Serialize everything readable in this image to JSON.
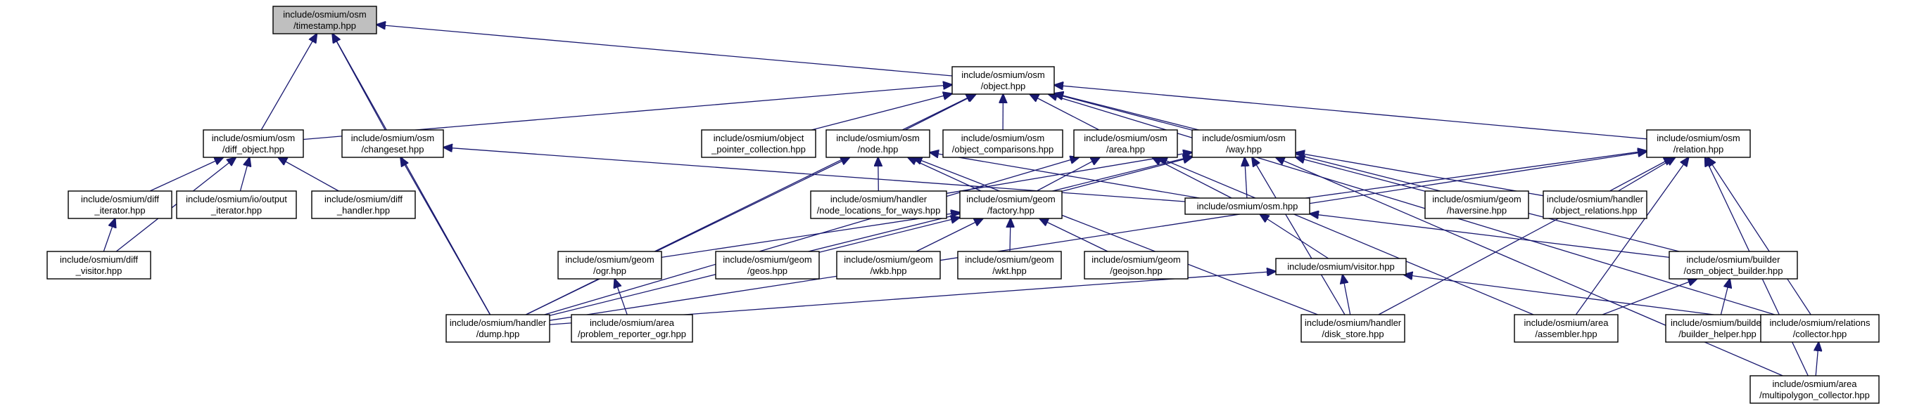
{
  "diagram": {
    "colors": {
      "edge": "#191970",
      "highlight_fill": "#bfbfbf",
      "node_fill": "#ffffff",
      "node_border": "#000000"
    },
    "nodes": [
      {
        "id": "timestamp",
        "lines": [
          "include/osmium/osm",
          "/timestamp.hpp"
        ],
        "highlight": true
      },
      {
        "id": "object",
        "lines": [
          "include/osmium/osm",
          "/object.hpp"
        ]
      },
      {
        "id": "diff_object",
        "lines": [
          "include/osmium/osm",
          "/diff_object.hpp"
        ]
      },
      {
        "id": "changeset",
        "lines": [
          "include/osmium/osm",
          "/changeset.hpp"
        ]
      },
      {
        "id": "object_pointer",
        "lines": [
          "include/osmium/object",
          "_pointer_collection.hpp"
        ]
      },
      {
        "id": "node",
        "lines": [
          "include/osmium/osm",
          "/node.hpp"
        ]
      },
      {
        "id": "object_comparisons",
        "lines": [
          "include/osmium/osm",
          "/object_comparisons.hpp"
        ]
      },
      {
        "id": "area",
        "lines": [
          "include/osmium/osm",
          "/area.hpp"
        ]
      },
      {
        "id": "way",
        "lines": [
          "include/osmium/osm",
          "/way.hpp"
        ]
      },
      {
        "id": "relation",
        "lines": [
          "include/osmium/osm",
          "/relation.hpp"
        ]
      },
      {
        "id": "diff_iterator",
        "lines": [
          "include/osmium/diff",
          "_iterator.hpp"
        ]
      },
      {
        "id": "output_iterator",
        "lines": [
          "include/osmium/io/output",
          "_iterator.hpp"
        ]
      },
      {
        "id": "diff_handler",
        "lines": [
          "include/osmium/diff",
          "_handler.hpp"
        ]
      },
      {
        "id": "node_locations",
        "lines": [
          "include/osmium/handler",
          "/node_locations_for_ways.hpp"
        ]
      },
      {
        "id": "factory",
        "lines": [
          "include/osmium/geom",
          "/factory.hpp"
        ]
      },
      {
        "id": "osm",
        "lines": [
          "include/osmium/osm.hpp"
        ]
      },
      {
        "id": "haversine",
        "lines": [
          "include/osmium/geom",
          "/haversine.hpp"
        ]
      },
      {
        "id": "object_relations",
        "lines": [
          "include/osmium/handler",
          "/object_relations.hpp"
        ]
      },
      {
        "id": "diff_visitor",
        "lines": [
          "include/osmium/diff",
          "_visitor.hpp"
        ]
      },
      {
        "id": "ogr",
        "lines": [
          "include/osmium/geom",
          "/ogr.hpp"
        ]
      },
      {
        "id": "geos",
        "lines": [
          "include/osmium/geom",
          "/geos.hpp"
        ]
      },
      {
        "id": "wkb",
        "lines": [
          "include/osmium/geom",
          "/wkb.hpp"
        ]
      },
      {
        "id": "wkt",
        "lines": [
          "include/osmium/geom",
          "/wkt.hpp"
        ]
      },
      {
        "id": "geojson",
        "lines": [
          "include/osmium/geom",
          "/geojson.hpp"
        ]
      },
      {
        "id": "visitor",
        "lines": [
          "include/osmium/visitor.hpp"
        ]
      },
      {
        "id": "osm_object_builder",
        "lines": [
          "include/osmium/builder",
          "/osm_object_builder.hpp"
        ]
      },
      {
        "id": "dump",
        "lines": [
          "include/osmium/handler",
          "/dump.hpp"
        ]
      },
      {
        "id": "problem_reporter_ogr",
        "lines": [
          "include/osmium/area",
          "/problem_reporter_ogr.hpp"
        ]
      },
      {
        "id": "disk_store",
        "lines": [
          "include/osmium/handler",
          "/disk_store.hpp"
        ]
      },
      {
        "id": "assembler",
        "lines": [
          "include/osmium/area",
          "/assembler.hpp"
        ]
      },
      {
        "id": "builder_helper",
        "lines": [
          "include/osmium/builder",
          "/builder_helper.hpp"
        ]
      },
      {
        "id": "collector",
        "lines": [
          "include/osmium/relations",
          "/collector.hpp"
        ]
      },
      {
        "id": "multipolygon_collector",
        "lines": [
          "include/osmium/area",
          "/multipolygon_collector.hpp"
        ]
      }
    ],
    "edges": [
      [
        "object",
        "timestamp"
      ],
      [
        "diff_object",
        "timestamp"
      ],
      [
        "changeset",
        "timestamp"
      ],
      [
        "dump",
        "timestamp"
      ],
      [
        "diff_object",
        "object"
      ],
      [
        "object_pointer",
        "object"
      ],
      [
        "node",
        "object"
      ],
      [
        "object_comparisons",
        "object"
      ],
      [
        "area",
        "object"
      ],
      [
        "way",
        "object"
      ],
      [
        "relation",
        "object"
      ],
      [
        "dump",
        "object"
      ],
      [
        "osm_object_builder",
        "object"
      ],
      [
        "collector",
        "object"
      ],
      [
        "diff_iterator",
        "diff_object"
      ],
      [
        "output_iterator",
        "diff_object"
      ],
      [
        "diff_handler",
        "diff_object"
      ],
      [
        "diff_visitor",
        "diff_object"
      ],
      [
        "diff_visitor",
        "diff_iterator"
      ],
      [
        "osm",
        "changeset"
      ],
      [
        "dump",
        "changeset"
      ],
      [
        "node_locations",
        "node"
      ],
      [
        "factory",
        "node"
      ],
      [
        "osm",
        "node"
      ],
      [
        "dump",
        "node"
      ],
      [
        "disk_store",
        "node"
      ],
      [
        "factory",
        "area"
      ],
      [
        "osm",
        "area"
      ],
      [
        "dump",
        "area"
      ],
      [
        "assembler",
        "area"
      ],
      [
        "node_locations",
        "way"
      ],
      [
        "factory",
        "way"
      ],
      [
        "osm",
        "way"
      ],
      [
        "haversine",
        "way"
      ],
      [
        "object_relations",
        "way"
      ],
      [
        "dump",
        "way"
      ],
      [
        "disk_store",
        "way"
      ],
      [
        "multipolygon_collector",
        "way"
      ],
      [
        "osm",
        "relation"
      ],
      [
        "object_relations",
        "relation"
      ],
      [
        "dump",
        "relation"
      ],
      [
        "disk_store",
        "relation"
      ],
      [
        "assembler",
        "relation"
      ],
      [
        "collector",
        "relation"
      ],
      [
        "multipolygon_collector",
        "relation"
      ],
      [
        "ogr",
        "factory"
      ],
      [
        "geos",
        "factory"
      ],
      [
        "wkb",
        "factory"
      ],
      [
        "wkt",
        "factory"
      ],
      [
        "geojson",
        "factory"
      ],
      [
        "problem_reporter_ogr",
        "ogr"
      ],
      [
        "visitor",
        "osm"
      ],
      [
        "osm_object_builder",
        "osm"
      ],
      [
        "dump",
        "visitor"
      ],
      [
        "disk_store",
        "visitor"
      ],
      [
        "collector",
        "visitor"
      ],
      [
        "assembler",
        "osm_object_builder"
      ],
      [
        "builder_helper",
        "osm_object_builder"
      ],
      [
        "multipolygon_collector",
        "collector"
      ]
    ]
  }
}
